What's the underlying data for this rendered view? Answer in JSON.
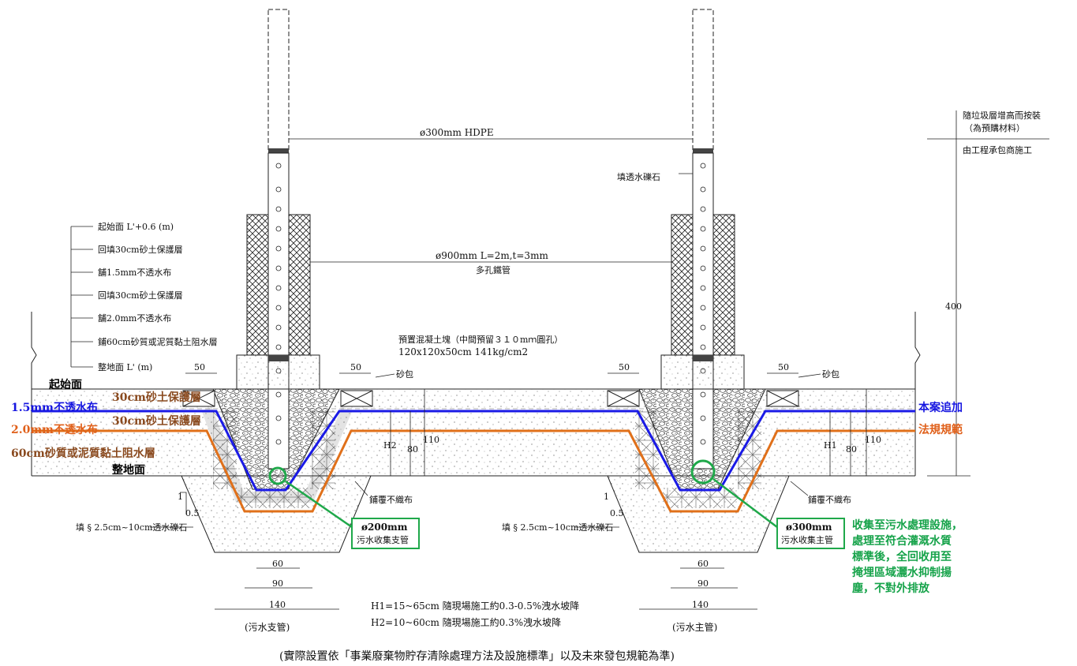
{
  "colors": {
    "blue_liner": "#1a1ae6",
    "orange_liner": "#e0701a",
    "green_callout": "#1fa84a",
    "brown_text": "#8a4a1f"
  },
  "top": {
    "hdpe_label": "ø300mm HDPE",
    "gravel_label": "填透水礫石",
    "steel_pipe_label": "ø900mm L=2m,t=3mm",
    "steel_pipe_sub": "多孔鐵管",
    "concrete_label": "預置混凝土塊（中間預留３１０mｍ圓孔）",
    "concrete_spec": "120x120x50cm 141kg/cm2",
    "sandbag_label": "砂包"
  },
  "right_note": {
    "line1": "隨垃圾層增高而按裝",
    "line2": "（為預購材料）",
    "line3": "由工程承包商施工",
    "height_400": "400"
  },
  "layer_legend": [
    "起始面 L'+0.6 (m)",
    "回填30cm砂土保護層",
    "舖1.5mm不透水布",
    "回填30cm砂土保護層",
    "舖2.0mm不透水布",
    "鋪60cm砂質或泥質黏土阻水層",
    "整地面 L' (m)"
  ],
  "overlay_labels": {
    "start_face": "起始面",
    "sand_layer_1": "30cm砂土保護層",
    "liner_15": "1.5mm不透水布",
    "sand_layer_2": "30cm砂土保護層",
    "liner_20": "2.0mm不透水布",
    "clay_layer": "60cm砂質或泥質黏土阻水層",
    "graded_face": "整地面",
    "project_added": "本案追加",
    "regulation": "法規規範"
  },
  "dims": {
    "d50": "50",
    "d60": "60",
    "d90": "90",
    "d140": "140",
    "d80": "80",
    "d110": "110",
    "h1": "H1",
    "h2": "H2",
    "slope_1": "1",
    "slope_05": "0.5"
  },
  "trench": {
    "left_fill": "填 § 2.5cm~10cm透水礫石",
    "right_fill": "填 § 2.5cm~10cm透水礫石",
    "geotextile": "鋪覆不織布",
    "left_pipe_size": "ø200mm",
    "left_pipe_name": "污水收集支管",
    "right_pipe_size": "ø300mm",
    "right_pipe_name": "污水收集主管",
    "left_caption": "(污水支管)",
    "right_caption": "(污水主管)"
  },
  "notes": {
    "h1_note": "H1=15~65cm 隨現場施工約0.3-0.5%洩水坡降",
    "h2_note": "H2=10~60cm 隨現場施工約0.3%洩水坡降",
    "green_note": [
      "收集至污水處理設施，",
      "處理至符合灌溉水質",
      "標準後，全回收用至",
      "掩埋區域灑水抑制揚",
      "塵，不對外排放"
    ],
    "footer": "(實際設置依「事業廢棄物貯存清除處理方法及設施標準」以及未來發包規範為準)"
  }
}
